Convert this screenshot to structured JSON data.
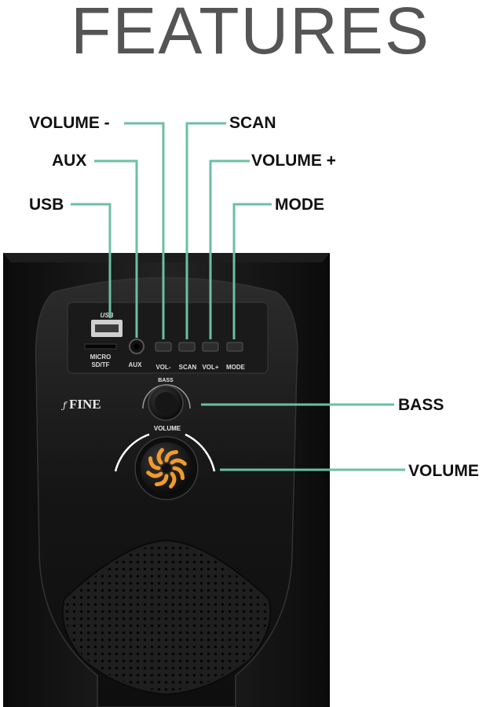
{
  "title": "FEATURES",
  "callouts": {
    "volume_minus": "VOLUME -",
    "scan": "SCAN",
    "aux": "AUX",
    "volume_plus": "VOLUME +",
    "usb": "USB",
    "mode": "MODE",
    "bass": "BASS",
    "volume": "VOLUME"
  },
  "panel": {
    "usb_label": "USB",
    "micro_label_1": "MICRO",
    "micro_label_2": "SD/TF",
    "aux_label": "AUX",
    "buttons": [
      "VOL-",
      "SCAN",
      "VOL+",
      "MODE"
    ],
    "brand": "FINE",
    "bass_knob_label": "BASS",
    "volume_knob_label": "VOLUME"
  },
  "colors": {
    "leader_line": "#6bbfa3",
    "knob_accent": "#f39a2b",
    "title_gray": "#555555"
  }
}
